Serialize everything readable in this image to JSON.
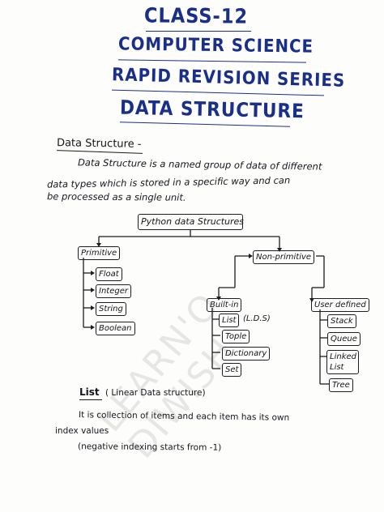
{
  "titles": {
    "class": "CLASS-12",
    "subject": "COMPUTER SCIENCE",
    "series": "RAPID REVISION SERIES",
    "topic": "DATA STRUCTURE"
  },
  "section": {
    "heading": "Data Structure -",
    "para_line1": "Data Structure is a named group of data of different",
    "para_line2": "data types which is stored in a specific way and can",
    "para_line3": "be processed as a single unit."
  },
  "diagram": {
    "root": "Python data Structures",
    "primitive": {
      "label": "Primitive",
      "items": [
        "Float",
        "Integer",
        "String",
        "Boolean"
      ]
    },
    "non_primitive": {
      "label": "Non-primitive",
      "built_in": {
        "label": "Built-in",
        "items": [
          "List",
          "Tople",
          "Dictionary",
          "Set"
        ],
        "list_note": "(L.D.S)"
      },
      "user_defined": {
        "label": "User defined",
        "items": [
          "Stack",
          "Queue",
          "Linked List",
          "Tree"
        ]
      }
    }
  },
  "list_section": {
    "heading": "List",
    "heading_note": "( Linear Data structure)",
    "line1": "It is collection of items and each item has its own",
    "line2": "index values",
    "line3": "(negative indexing starts from -1)"
  },
  "watermark": "LEARN'O DIWISH"
}
